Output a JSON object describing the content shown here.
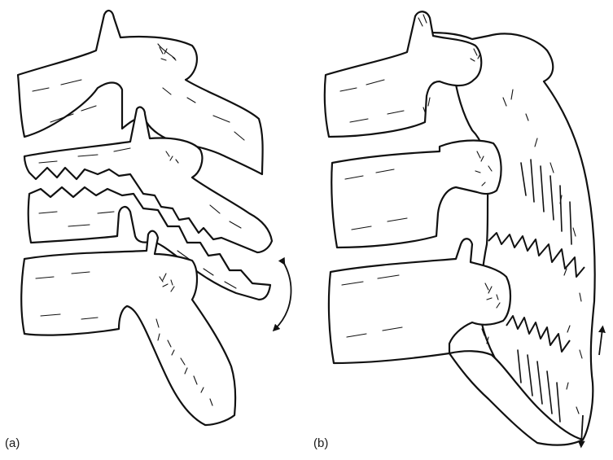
{
  "figure": {
    "panels": [
      {
        "id": "a",
        "label": "(a)"
      },
      {
        "id": "b",
        "label": "(b)"
      }
    ]
  }
}
